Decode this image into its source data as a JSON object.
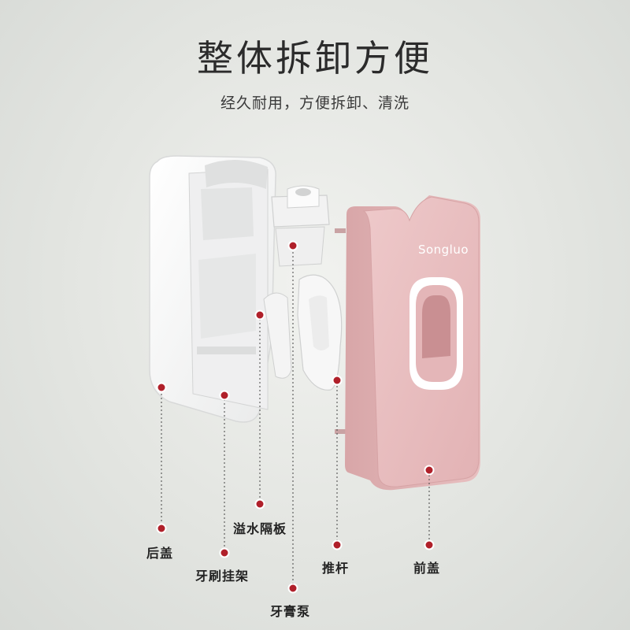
{
  "header": {
    "title": "整体拆卸方便",
    "subtitle": "经久耐用，方便拆卸、清洗"
  },
  "product": {
    "brand": "Songluo"
  },
  "callouts": [
    {
      "id": "back-cover",
      "text": "后盖"
    },
    {
      "id": "overflow-partition",
      "text": "溢水隔板"
    },
    {
      "id": "toothbrush-holder",
      "text": "牙刷挂架"
    },
    {
      "id": "toothpaste-pump",
      "text": "牙膏泵"
    },
    {
      "id": "push-rod",
      "text": "推杆"
    },
    {
      "id": "front-cover",
      "text": "前盖"
    }
  ],
  "colors": {
    "marker": "#b0202a",
    "front_cover": "#e9c1c2",
    "back_cover": "#f7f7f7"
  }
}
